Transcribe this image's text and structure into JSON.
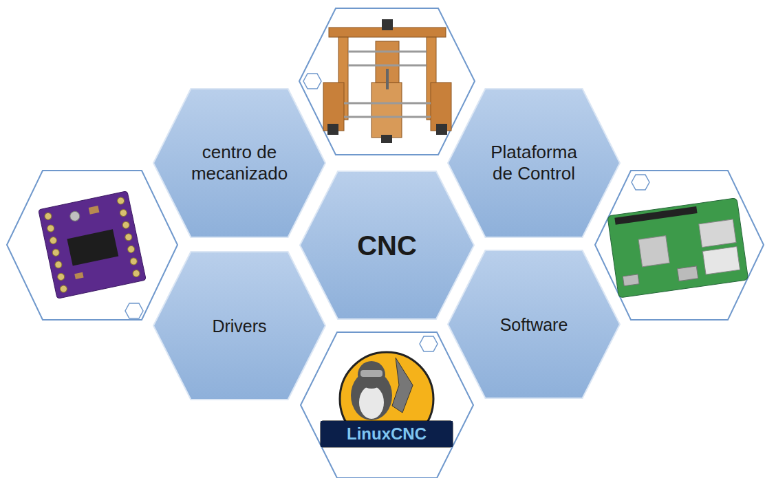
{
  "diagram": {
    "nodes": [
      {
        "text": [
          "centro de mecanizado"
        ]
      },
      {
        "text": [
          "Plataforma de Control"
        ]
      },
      {
        "text": [
          "CNC"
        ]
      },
      {
        "text": [
          "Drivers"
        ]
      },
      {
        "text": [
          "Software"
        ]
      }
    ],
    "labels": [
      "LinuxCNC"
    ]
  }
}
